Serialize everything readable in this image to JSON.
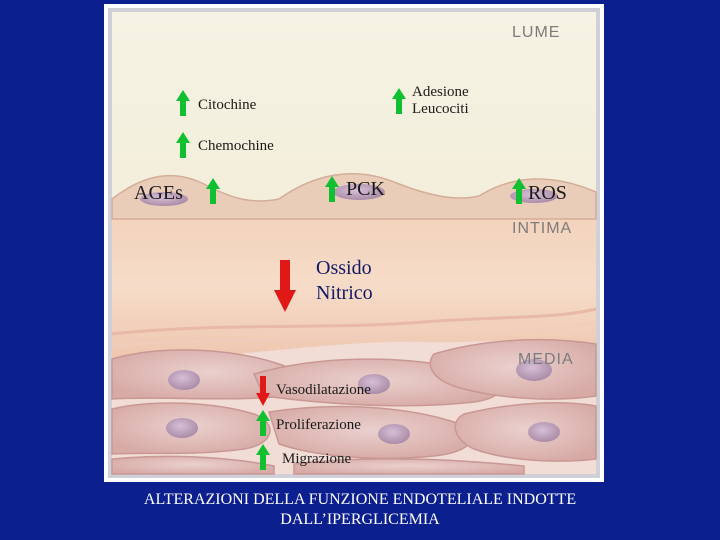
{
  "regions": {
    "lume": "LUME",
    "intima": "INTIMA",
    "media": "MEDIA"
  },
  "labels": {
    "citochine": "Citochine",
    "adesione_1": "Adesione",
    "adesione_2": "Leucociti",
    "chemochine": "Chemochine",
    "ages": "AGEs",
    "pck": "PCK",
    "ros": "ROS",
    "ossido_1": "Ossido",
    "ossido_2": "Nitrico",
    "vasodilatazione": "Vasodilatazione",
    "proliferazione": "Proliferazione",
    "migrazione": "Migrazione"
  },
  "arrow_directions": {
    "citochine": "up",
    "adesione": "up",
    "chemochine": "up",
    "ages": "up",
    "pck": "up",
    "ros": "up",
    "ossido_nitrico": "down",
    "vasodilatazione": "down",
    "proliferazione": "up",
    "migrazione": "up"
  },
  "caption": {
    "line1": "ALTERAZIONI DELLA FUNZIONE ENDOTELIALE INDOTTE",
    "line2": "DALL’IPERGLICEMIA"
  },
  "colors": {
    "background": "#0b1f8f",
    "arrow_up": "#10c030",
    "arrow_down": "#e01818",
    "lumen": "#f4f0dc",
    "intima": "#f2c8ae",
    "media": "#edd0cc"
  }
}
